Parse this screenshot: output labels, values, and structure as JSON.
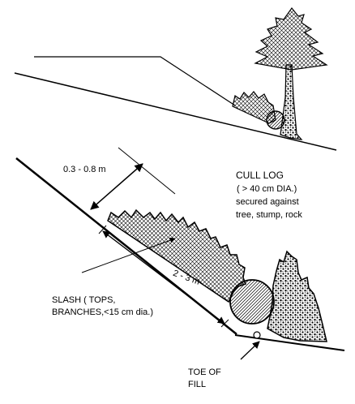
{
  "labels": {
    "thickness": "0.3 - 0.8 m",
    "cull_log": [
      "CULL LOG",
      "( > 40 cm  DIA.)",
      "secured  against",
      "tree, stump, rock"
    ],
    "width": "2 - 3 m",
    "slash": [
      "SLASH ( TOPS,",
      "BRANCHES,<15 cm dia.)"
    ],
    "toe": [
      "TOE OF",
      "FILL"
    ]
  }
}
